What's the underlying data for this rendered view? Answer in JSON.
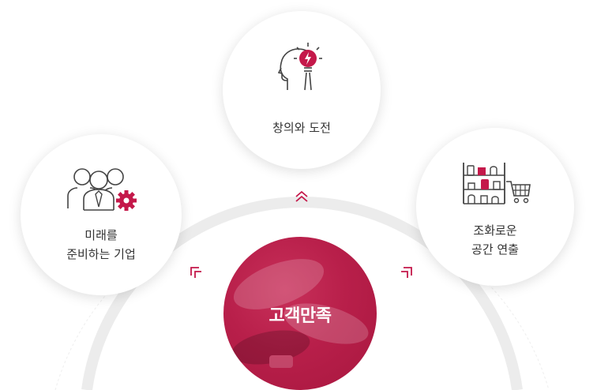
{
  "diagram": {
    "center": {
      "label": "고객만족"
    },
    "nodes": {
      "top": {
        "label": "창의와 도전",
        "icon": "lightbulb-head-icon"
      },
      "left": {
        "line1": "미래를",
        "line2": "준비하는 기업",
        "icon": "people-gear-icon"
      },
      "right": {
        "line1": "조화로운",
        "line2": "공간 연출",
        "icon": "shelf-cart-icon"
      }
    },
    "colors": {
      "accent": "#b81f4a",
      "ring": "#ededed",
      "text": "#333333",
      "icon_line": "#444444"
    }
  }
}
